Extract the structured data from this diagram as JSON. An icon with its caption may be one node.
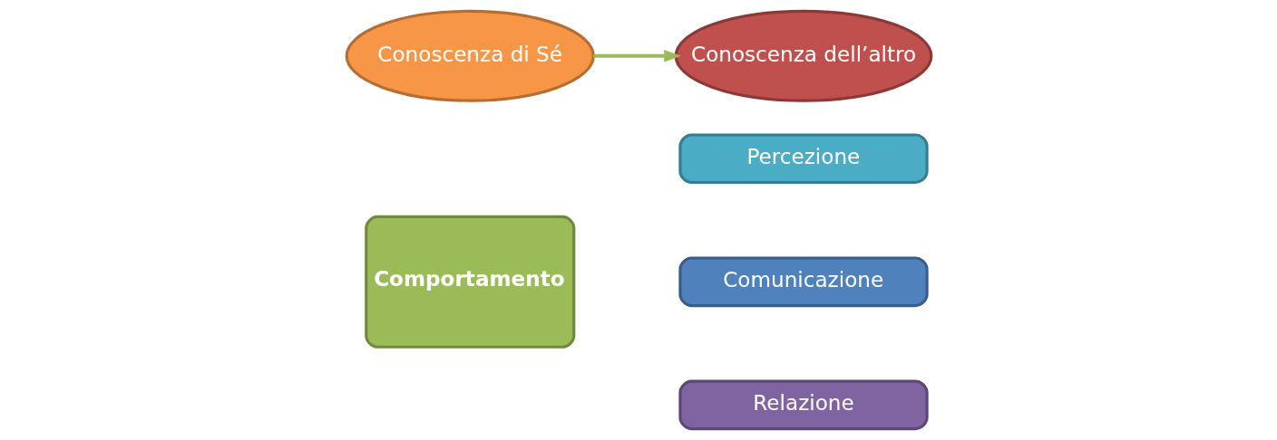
{
  "diagram": {
    "nodes": [
      {
        "text": [
          "Conoscenza di Sé"
        ]
      },
      {
        "text": [
          "Conoscenza dell’altro"
        ]
      },
      {
        "text": [
          "Comportamento"
        ]
      },
      {
        "text": [
          "Percezione"
        ]
      },
      {
        "text": [
          "Comunicazione"
        ]
      },
      {
        "text": [
          "Relazione"
        ]
      }
    ],
    "edges": [
      {
        "from": 0,
        "to": 1,
        "arrow": "to"
      }
    ]
  }
}
